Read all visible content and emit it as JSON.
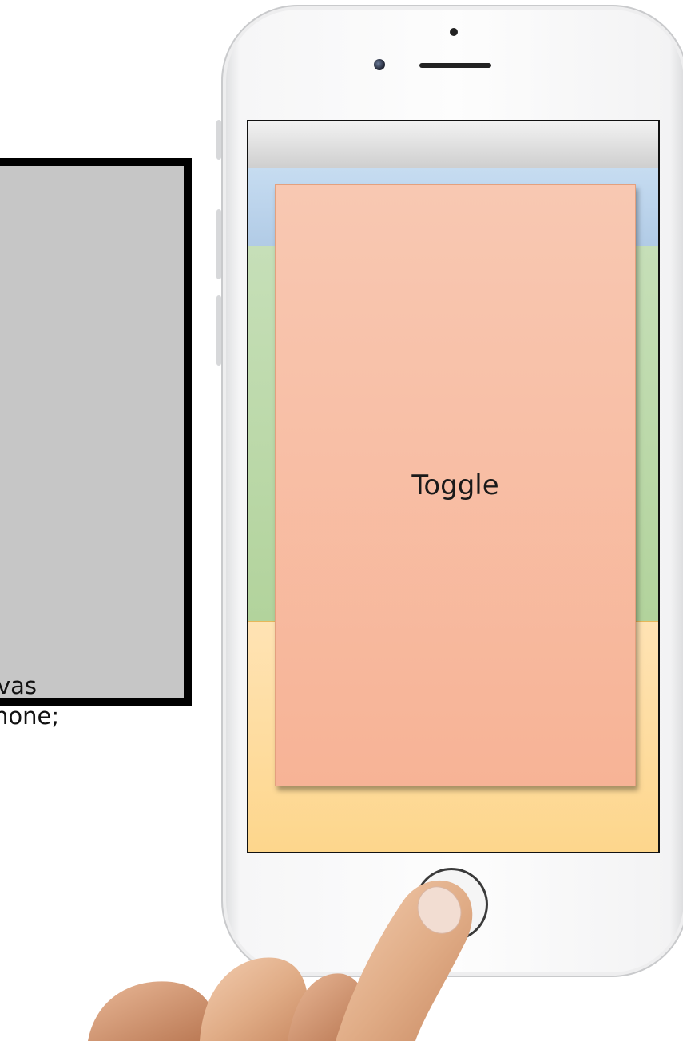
{
  "code_panel": {
    "lines": [
      "vas",
      "none;"
    ]
  },
  "screen": {
    "card_label": "Toggle"
  },
  "colors": {
    "nav_bar": "#dcdcdc",
    "blue_band": "#bcd4ee",
    "green_band": "#bcd9aa",
    "yellow_band": "#fedd9e",
    "card": "#f8bea5",
    "panel": "#c6c6c6"
  },
  "icons": [
    "camera-icon",
    "speaker-icon",
    "sensor-icon",
    "home-button-icon"
  ]
}
